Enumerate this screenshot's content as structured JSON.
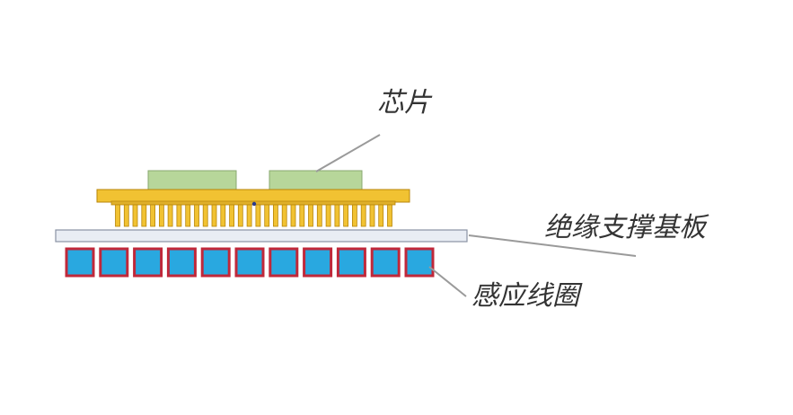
{
  "labels": {
    "chip": "芯片",
    "insulating_substrate": "绝缘支撑基板",
    "induction_coil": "感应线圈"
  },
  "components": {
    "chip_count": 2,
    "pin_count": 32,
    "coil_turn_count": 11
  },
  "colors": {
    "chip_fill": "#b7d69a",
    "chip_stroke": "#8aa870",
    "frame_fill": "#f1c232",
    "frame_stroke": "#b8860b",
    "pin_fill": "#f1c232",
    "pin_stroke": "#b8860b",
    "substrate_fill": "#e9edf4",
    "substrate_stroke": "#8a93a3",
    "coil_fill": "#29a8e0",
    "coil_stroke": "#c0283a",
    "leader_line": "#9a9a9a",
    "label_text": "#333333"
  }
}
